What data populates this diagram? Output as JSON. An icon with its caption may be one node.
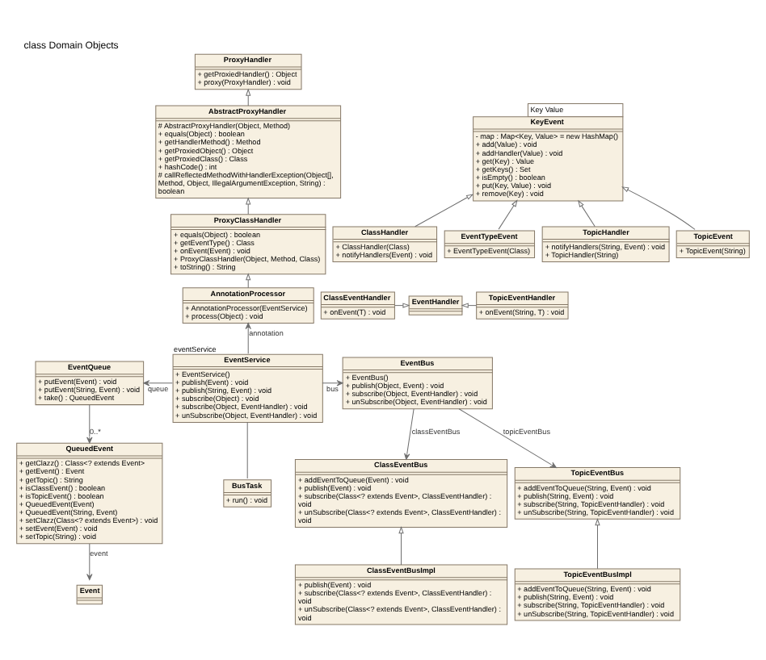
{
  "diagram": {
    "title": "class Domain Objects",
    "nodes": [
      {
        "text": [
          "ProxyHandler",
          "+ getProxiedHandler() : Object",
          "+ proxy(ProxyHandler) : void"
        ]
      },
      {
        "text": [
          "AbstractProxyHandler",
          "# AbstractProxyHandler(Object, Method)",
          "+ equals(Object) : boolean",
          "+ getHandlerMethod() : Method",
          "+ getProxiedObject() : Object",
          "+ getProxiedClass() : Class",
          "+ hashCode() : int",
          "# callReflectedMethodWithHandlerException(Object[], Method, Object, IllegalArgumentException, String) : boolean"
        ]
      },
      {
        "text": [
          "ProxyClassHandler",
          "+ equals(Object) : boolean",
          "+ getEventType() : Class",
          "+ onEvent(Event) : void",
          "+ ProxyClassHandler(Object, Method, Class)",
          "+ toString() : String"
        ]
      },
      {
        "text": [
          "AnnotationProcessor",
          "+ AnnotationProcessor(EventService)",
          "+ process(Object) : void"
        ]
      },
      {
        "text": [
          "EventService",
          "+ EventService()",
          "+ publish(Event) : void",
          "+ publish(String, Event) : void",
          "+ subscribe(Object) : void",
          "+ subscribe(Object, EventHandler) : void",
          "+ unSubscribe(Object, EventHandler) : void"
        ],
        "beside": [
          "eventService"
        ]
      },
      {
        "text": [
          "EventQueue",
          "+ putEvent(Event) : void",
          "+ putEvent(String, Event) : void",
          "+ take() : QueuedEvent"
        ]
      },
      {
        "text": [
          "QueuedEvent",
          "+ getClazz() : Class<? extends Event>",
          "+ getEvent() : Event",
          "+ getTopic() : String",
          "+ isClassEvent() : boolean",
          "+ isTopicEvent() : boolean",
          "+ QueuedEvent(Event)",
          "+ QueuedEvent(String, Event)",
          "+ setClazz(Class<? extends Event>) : void",
          "+ setEvent(Event) : void",
          "+ setTopic(String) : void"
        ]
      },
      {
        "text": [
          "Event"
        ]
      },
      {
        "text": [
          "BusTask",
          "+ run() : void"
        ]
      },
      {
        "text": [
          "EventBus",
          "+ EventBus()",
          "+ publish(Object, Event) : void",
          "+ subscribe(Object, EventHandler) : void",
          "+ unSubscribe(Object, EventHandler) : void"
        ]
      },
      {
        "text": [
          "ClassEventBus",
          "+ addEventToQueue(Event) : void",
          "+ publish(Event) : void",
          "+ subscribe(Class<? extends Event>, ClassEventHandler) : void",
          "+ unSubscribe(Class<? extends Event>, ClassEventHandler) : void"
        ]
      },
      {
        "text": [
          "TopicEventBus",
          "+ addEventToQueue(String, Event) : void",
          "+ publish(String, Event) : void",
          "+ subscribe(String, TopicEventHandler) : void",
          "+ unSubscribe(String, TopicEventHandler) : void"
        ]
      },
      {
        "text": [
          "ClassEventBusImpl",
          "+ publish(Event) : void",
          "+ subscribe(Class<? extends Event>, ClassEventHandler) : void",
          "+ unSubscribe(Class<? extends Event>, ClassEventHandler) : void"
        ]
      },
      {
        "text": [
          "TopicEventBusImpl",
          "+ addEventToQueue(String, Event) : void",
          "+ publish(String, Event) : void",
          "+ subscribe(String, TopicEventHandler) : void",
          "+ unSubscribe(String, TopicEventHandler) : void"
        ]
      },
      {
        "text": [
          "ClassHandler",
          "+ ClassHandler(Class)",
          "+ notifyHandlers(Event) : void"
        ]
      },
      {
        "text": [
          "KeyEvent",
          "- map : Map<Key, Value> = new HashMap()",
          "+ add(Value) : void",
          "+ addHandler(Value) : void",
          "+ get(Key) : Value",
          "+ getKeys() : Set",
          "+ isEmpty() : boolean",
          "+ put(Key, Value) : void",
          "+ remove(Key) : void"
        ],
        "beside": [
          "Key Value"
        ]
      },
      {
        "text": [
          "EventTypeEvent",
          "+ EventTypeEvent(Class)"
        ]
      },
      {
        "text": [
          "TopicHandler",
          "+ notifyHandlers(String, Event) : void",
          "+ TopicHandler(String)"
        ]
      },
      {
        "text": [
          "TopicEvent",
          "+ TopicEvent(String)"
        ]
      },
      {
        "text": [
          "ClassEventHandler",
          "+ onEvent(T) : void"
        ]
      },
      {
        "text": [
          "EventHandler"
        ]
      },
      {
        "text": [
          "TopicEventHandler",
          "+ onEvent(String, T) : void"
        ]
      }
    ],
    "edges": [
      {
        "from": 1,
        "to": 0,
        "arrow": "to"
      },
      {
        "from": 2,
        "to": 1,
        "arrow": "to"
      },
      {
        "from": 3,
        "to": 2,
        "arrow": "to"
      },
      {
        "from": 4,
        "to": 3,
        "arrow": "to",
        "label": "annotation"
      },
      {
        "from": 4,
        "to": 5,
        "arrow": "to",
        "label": "queue"
      },
      {
        "from": 5,
        "to": 6,
        "arrow": "to",
        "label": "0..*"
      },
      {
        "from": 6,
        "to": 7,
        "arrow": "to",
        "label": "event"
      },
      {
        "from": 8,
        "to": 4,
        "arrow": "none"
      },
      {
        "from": 4,
        "to": 9,
        "arrow": "to",
        "label": "bus"
      },
      {
        "from": 9,
        "to": 10,
        "arrow": "to",
        "label": "classEventBus"
      },
      {
        "from": 9,
        "to": 11,
        "arrow": "to",
        "label": "topicEventBus"
      },
      {
        "from": 12,
        "to": 10,
        "arrow": "to"
      },
      {
        "from": 13,
        "to": 11,
        "arrow": "to"
      },
      {
        "from": 14,
        "to": 15,
        "arrow": "to"
      },
      {
        "from": 16,
        "to": 15,
        "arrow": "to"
      },
      {
        "from": 17,
        "to": 15,
        "arrow": "to"
      },
      {
        "from": 18,
        "to": 15,
        "arrow": "to"
      },
      {
        "from": 19,
        "to": 20,
        "arrow": "to"
      },
      {
        "from": 21,
        "to": 20,
        "arrow": "to"
      }
    ]
  }
}
